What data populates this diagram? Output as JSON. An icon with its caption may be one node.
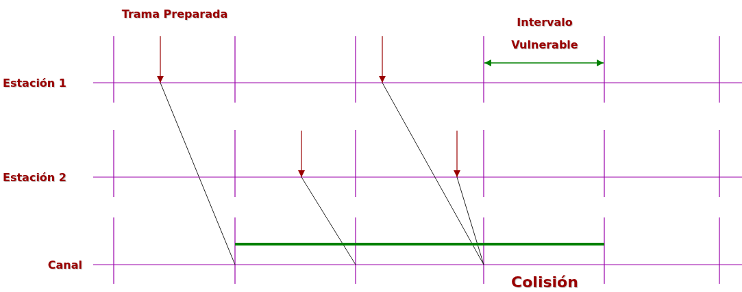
{
  "diagram": {
    "labels": [
      "Trama Preparada",
      "Intervalo Vulnerable",
      "Estación 1",
      "Estación 2",
      "Canal",
      "Colisión"
    ]
  }
}
